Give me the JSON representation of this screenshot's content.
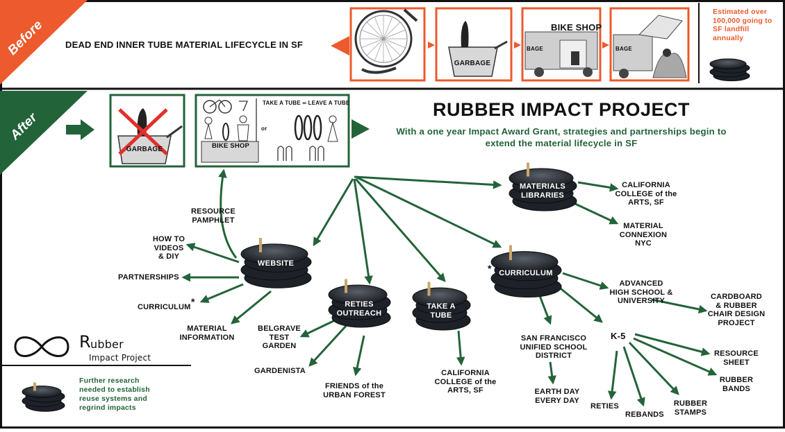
{
  "before": {
    "tag": "Before",
    "headline": "DEAD END INNER TUBE MATERIAL LIFECYCLE IN SF",
    "panel2_label": "GARBAGE",
    "panel3_sign": "BIKE SHOP",
    "panel3_truck": "BAGE",
    "panel4_truck": "BAGE",
    "estimate": "Estimated over 100,000 going to SF landfill annually"
  },
  "after": {
    "tag": "After",
    "panel1_label": "GARBAGE",
    "panel2_heading": "TAKE A TUBE ∞ LEAVE A TUBE",
    "panel2_or": "or",
    "panel2_counter": "BIKE SHOP",
    "title": "RUBBER IMPACT PROJECT",
    "subtitle": "With a one year Impact Award Grant, strategies and partnerships begin to extend the material lifecycle in SF"
  },
  "hubs": {
    "materials": "MATERIALS LIBRARIES",
    "website": "WEBSITE",
    "curriculum": "CURRICULUM",
    "outreach": "RETIES OUTREACH",
    "take": "TAKE A TUBE"
  },
  "leaves": {
    "resource_pamphlet": "RESOURCE PAMPHLET",
    "how_to": "HOW TO VIDEOS & DIY",
    "partnerships": "PARTNERSHIPS",
    "curriculum_leaf": "CURRICULUM",
    "material_info": "MATERIAL INFORMATION",
    "belgrave": "BELGRAVE TEST GARDEN",
    "gardenista": "GARDENISTA",
    "friends": "FRIENDS of the URBAN FOREST",
    "cca_take": "CALIFORNIA COLLEGE of the ARTS, SF",
    "cca_materials": "CALIFORNIA COLLEGE of the ARTS, SF",
    "material_connexion": "MATERIAL CONNEXION NYC",
    "advanced": "ADVANCED HIGH SCHOOL & UNIVERSITY",
    "cardboard": "CARDBOARD & RUBBER CHAIR DESIGN PROJECT",
    "sfusd": "SAN FRANCISCO UNIFIED SCHOOL DISTRICT",
    "earth_day": "EARTH DAY EVERY DAY",
    "k5": "K-5",
    "resource_sheet": "RESOURCE SHEET",
    "rubber_bands": "RUBBER BANDS",
    "rubber_stamps": "RUBBER STAMPS",
    "rebands": "REBANDS",
    "reties": "RETIES"
  },
  "asterisk": "*",
  "logo": {
    "name_r": "R",
    "name_rest": "ubber",
    "sub": "Impact Project"
  },
  "footnote": "Further research needed to establish reuse systems and regrind impacts",
  "colors": {
    "orange": "#ec5a2d",
    "green": "#23633a",
    "tube": "#1e2228"
  }
}
